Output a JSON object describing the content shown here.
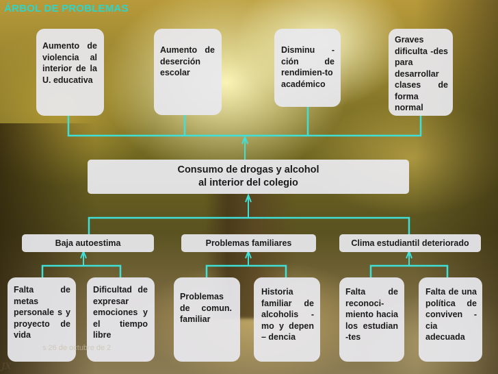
{
  "title": "ÁRBOL DE PROBLEMAS",
  "effects": [
    "Aumento de violencia al interior de la U. educativa",
    "Aumento de deserción escolar",
    "Disminu -ción de rendimien-to académico",
    "Graves dificulta -des para desarrollar clases de forma normal"
  ],
  "central_problem": {
    "line1": "Consumo de drogas y alcohol",
    "line2": "al interior del colegio"
  },
  "causes": [
    "Baja autoestima",
    "Problemas familiares",
    "Clima estudiantil deteriorado"
  ],
  "sub_causes": [
    "Falta de metas personale s y proyecto de vida",
    "Dificultad de expresar emociones y el tiempo libre",
    "Problemas de comun. familiar",
    "Historia familiar de alcoholis -mo y depen – dencia",
    "Falta de reconoci-miento hacia los estudian -tes",
    "Falta de una política de conviven -cia adecuada"
  ],
  "footer": "s 26 de octubre de 2",
  "logo": "JX",
  "colors": {
    "title": "#2fd4c8",
    "connector": "#3fe0d8",
    "box_fill": "#e8e8ee",
    "text": "#1a1a1a"
  }
}
